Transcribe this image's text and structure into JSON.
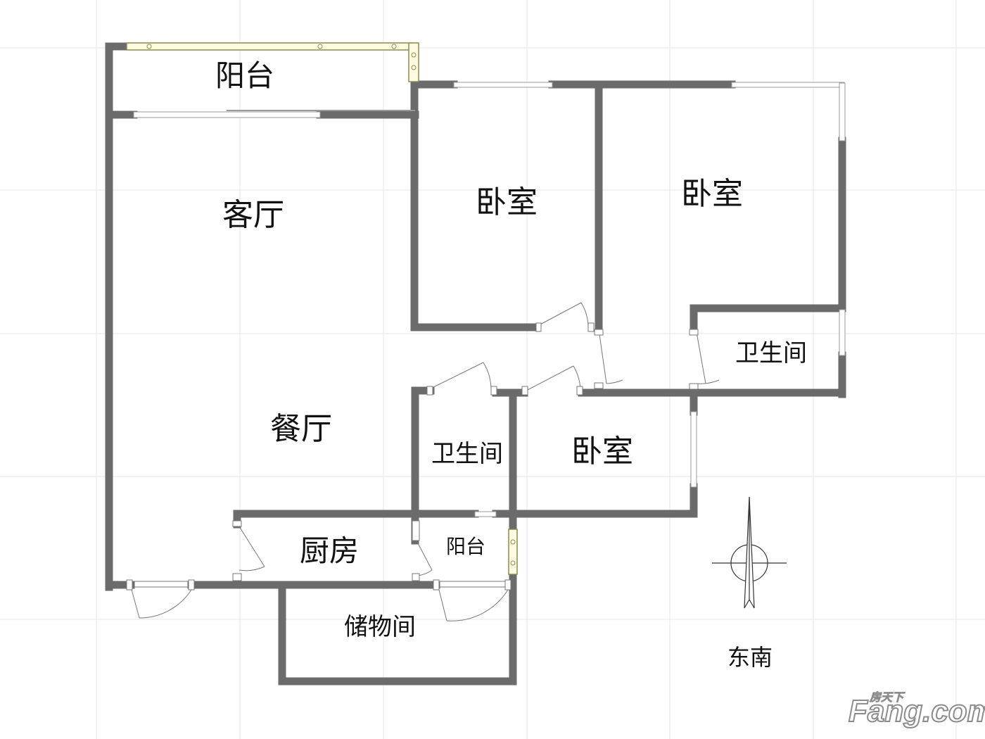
{
  "rooms": {
    "balcony_north": "阳台",
    "living_room": "客厅",
    "bedroom_1": "卧室",
    "bedroom_2": "卧室",
    "bathroom_1": "卫生间",
    "dining_room": "餐厅",
    "bathroom_2": "卫生间",
    "bedroom_3": "卧室",
    "kitchen": "厨房",
    "balcony_small": "阳台",
    "storage": "储物间"
  },
  "orientation_label": "东南",
  "watermark": {
    "brand_cn": "房天下",
    "brand": "Fang.com"
  },
  "colors": {
    "wall": "#6b6b6b",
    "background": "#ffffff",
    "grid": "#e6e6e6",
    "window_fill": "#fffbe0",
    "window_stroke": "#8a8a50"
  }
}
